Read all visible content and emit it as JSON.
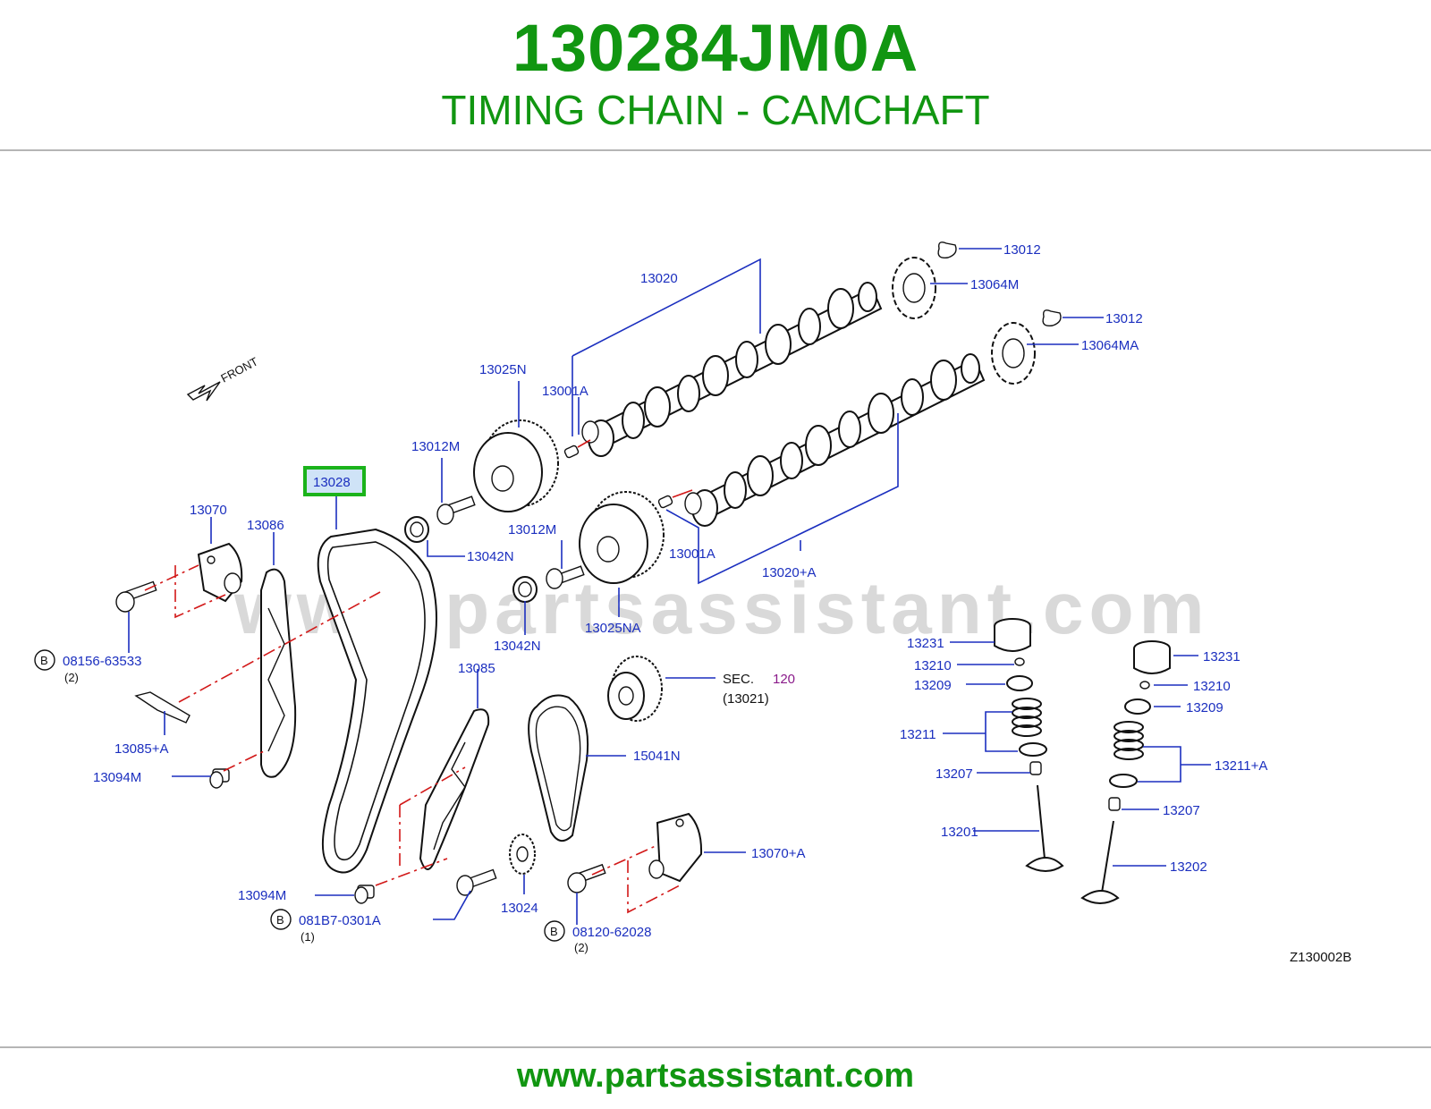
{
  "header": {
    "part_number": "130284JM0A",
    "title": "TIMING CHAIN - CAMCHAFT"
  },
  "footer": {
    "url": "www.partsassistant.com"
  },
  "diagram": {
    "watermark": "www.partsassistant.com",
    "front_label": "FRONT",
    "reference_code": "Z130002B",
    "sec_label": "SEC.",
    "sec_number": "120",
    "sec_sub": "(13021)",
    "bolt_marker": "B",
    "highlighted_part": "13028",
    "callouts": {
      "c13012_a": "13012",
      "c13064M": "13064M",
      "c13020": "13020",
      "c13012_b": "13012",
      "c13064MA": "13064MA",
      "c13025N": "13025N",
      "c13001A_a": "13001A",
      "c13012M_a": "13012M",
      "c13028": "13028",
      "c13070": "13070",
      "c13086": "13086",
      "c13042N_a": "13042N",
      "c13012M_b": "13012M",
      "c13001A_b": "13001A",
      "c13020A": "13020+A",
      "c13025NA": "13025NA",
      "c13042N_b": "13042N",
      "c13085": "13085",
      "c08156": "08156-63533",
      "c08156_qty": "(2)",
      "c13085A": "13085+A",
      "c13094M_a": "13094M",
      "c15041N": "15041N",
      "c13070A": "13070+A",
      "c13094M_b": "13094M",
      "c081B7": "081B7-0301A",
      "c081B7_qty": "(1)",
      "c13024": "13024",
      "c08120": "08120-62028",
      "c08120_qty": "(2)",
      "c13231_a": "13231",
      "c13210_a": "13210",
      "c13209_a": "13209",
      "c13211": "13211",
      "c13207_a": "13207",
      "c13201": "13201",
      "c13231_b": "13231",
      "c13210_b": "13210",
      "c13209_b": "13209",
      "c13211A": "13211+A",
      "c13207_b": "13207",
      "c13202": "13202"
    }
  },
  "colors": {
    "brand_green": "#119611",
    "callout_blue": "#1b2fbf",
    "highlight_green": "#1bb31b",
    "highlight_fill": "#cfe3f7",
    "dash_red": "#d21818",
    "sec_purple": "#8a1a8a"
  }
}
